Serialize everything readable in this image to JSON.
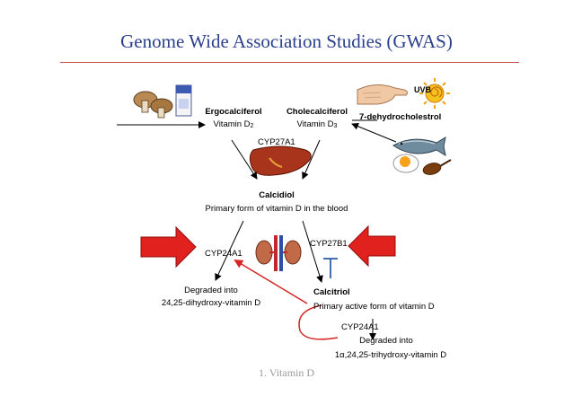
{
  "title": "Genome Wide Association Studies (GWAS)",
  "uvb_label": "UVB",
  "ergocalciferol": {
    "name": "Ergocalciferol",
    "sub_prefix": "Vitamin D",
    "sub_num": "2"
  },
  "cholecalciferol": {
    "name": "Cholecalciferol",
    "sub_prefix": "Vitamin D",
    "sub_num": "3"
  },
  "dehydrocholesterol": "7-dehydrocholestrol",
  "cyp27a1": "CYP27A1",
  "calcidiol": {
    "name": "Calcidiol",
    "desc": "Primary form of vitamin D in the blood"
  },
  "cyp24a1_left": "CYP24A1",
  "cyp27b1": "CYP27B1",
  "degraded_left": {
    "line1": "Degraded into",
    "line2": "24,25-dihydroxy-vitamin D"
  },
  "calcitriol": {
    "name": "Calcitriol",
    "desc": "Primary active form of vitamin D"
  },
  "cyp24a1_right": "CYP24A1",
  "degraded_right": {
    "line1": "Degraded into",
    "line2": "1α,24,25-trihydroxy-vitamin D"
  },
  "footer": "1. Vitamin D",
  "colors": {
    "title": "#2b3f8c",
    "rule": "#c8514d",
    "big_arrow": "#e0211d",
    "feedback_arrow": "#d42424",
    "inhibit": "#2f5fa8"
  }
}
